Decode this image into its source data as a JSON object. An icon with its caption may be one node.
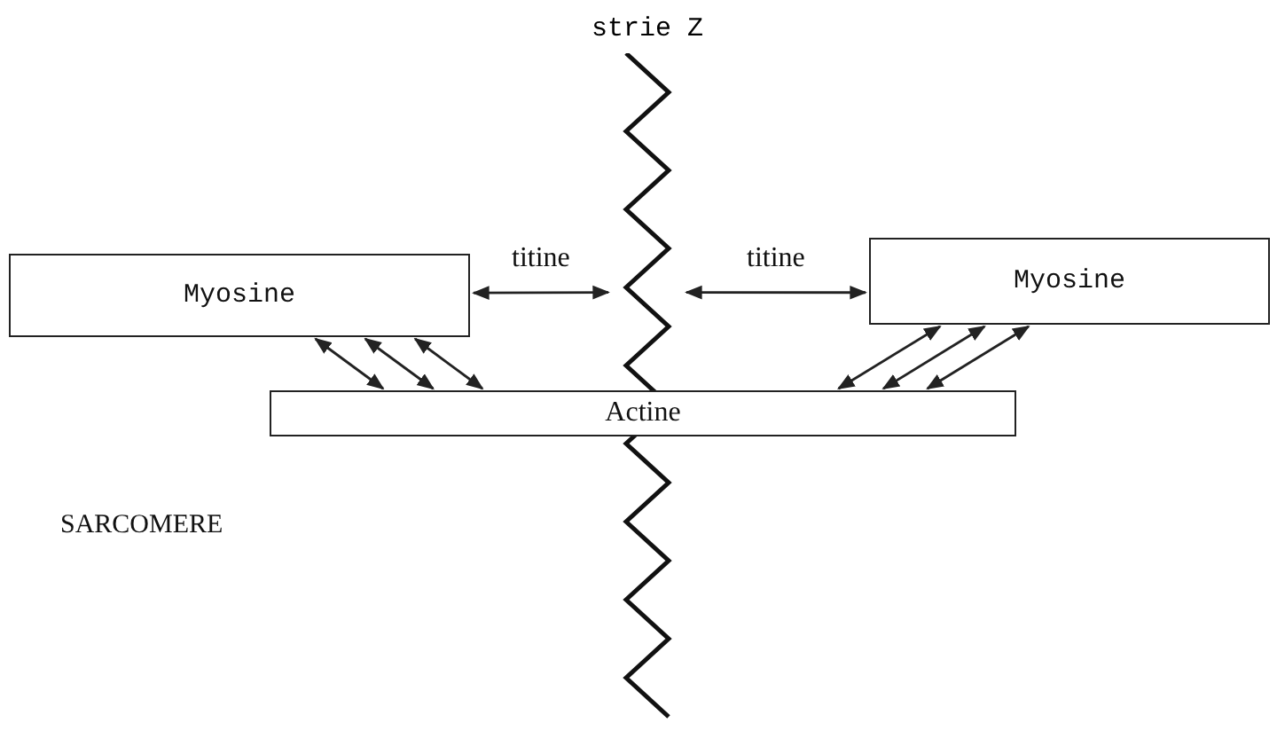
{
  "diagram": {
    "nodes": [
      {
        "text": [
          "Myosine"
        ]
      },
      {
        "text": [
          "strie Z"
        ]
      },
      {
        "text": [
          "Myosine"
        ]
      },
      {
        "text": [
          "Actine"
        ]
      }
    ],
    "edges": [
      {
        "from": 0,
        "to": 1,
        "arrow": "both",
        "label": "titine"
      },
      {
        "from": 1,
        "to": 2,
        "arrow": "both",
        "label": "titine"
      },
      {
        "from": 0,
        "to": 3,
        "arrow": "both"
      },
      {
        "from": 0,
        "to": 3,
        "arrow": "both"
      },
      {
        "from": 0,
        "to": 3,
        "arrow": "both"
      },
      {
        "from": 2,
        "to": 3,
        "arrow": "both"
      },
      {
        "from": 2,
        "to": 3,
        "arrow": "both"
      },
      {
        "from": 2,
        "to": 3,
        "arrow": "both"
      }
    ],
    "labels": [
      "SARCOMERE"
    ]
  }
}
